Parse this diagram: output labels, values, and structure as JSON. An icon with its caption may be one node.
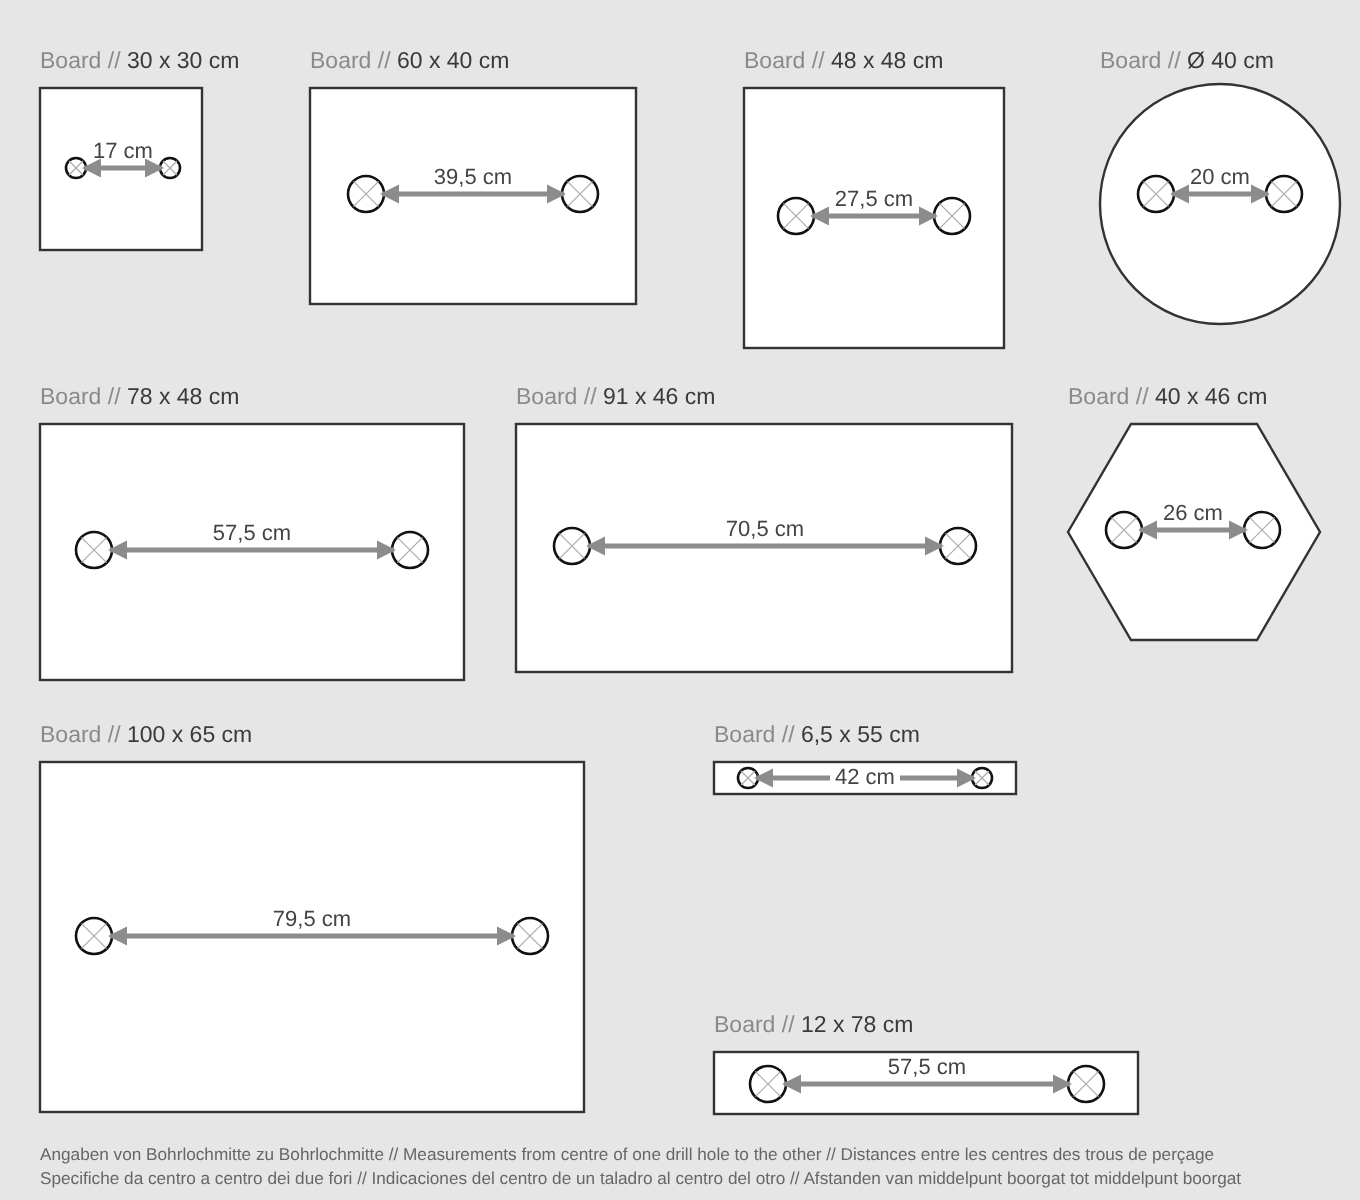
{
  "diagram": {
    "nodes": [
      {
        "text": [
          "Board // **30 x 30 cm**",
          "17 cm"
        ]
      },
      {
        "text": [
          "Board // **60 x 40 cm**",
          "39,5 cm"
        ]
      },
      {
        "text": [
          "Board // **48 x 48 cm**",
          "27,5 cm"
        ]
      },
      {
        "text": [
          "Board // **Ø 40 cm**",
          "20 cm"
        ]
      },
      {
        "text": [
          "Board // **78 x 48 cm**",
          "57,5 cm"
        ]
      },
      {
        "text": [
          "Board // **91 x 46 cm**",
          "70,5 cm"
        ]
      },
      {
        "text": [
          "Board // **40 x 46 cm**",
          "26 cm"
        ]
      },
      {
        "text": [
          "Board // **100 x 65 cm**",
          "79,5 cm"
        ]
      },
      {
        "text": [
          "Board // **6,5 x 55 cm**",
          "42 cm"
        ]
      },
      {
        "text": [
          "Board // **12 x 78 cm**",
          "57,5 cm"
        ]
      }
    ],
    "labels": [
      "Angaben von Bohrlochmitte zu Bohrlochmitte // Measurements from centre of one drill hole to the other // Distances entre les centres des trous de perçage",
      "Specifiche da centro a centro dei due fori // Indicaciones del centro de un taladro al centro del otro // Afstanden van middelpunt boorgat tot middelpunt boorgat"
    ]
  }
}
